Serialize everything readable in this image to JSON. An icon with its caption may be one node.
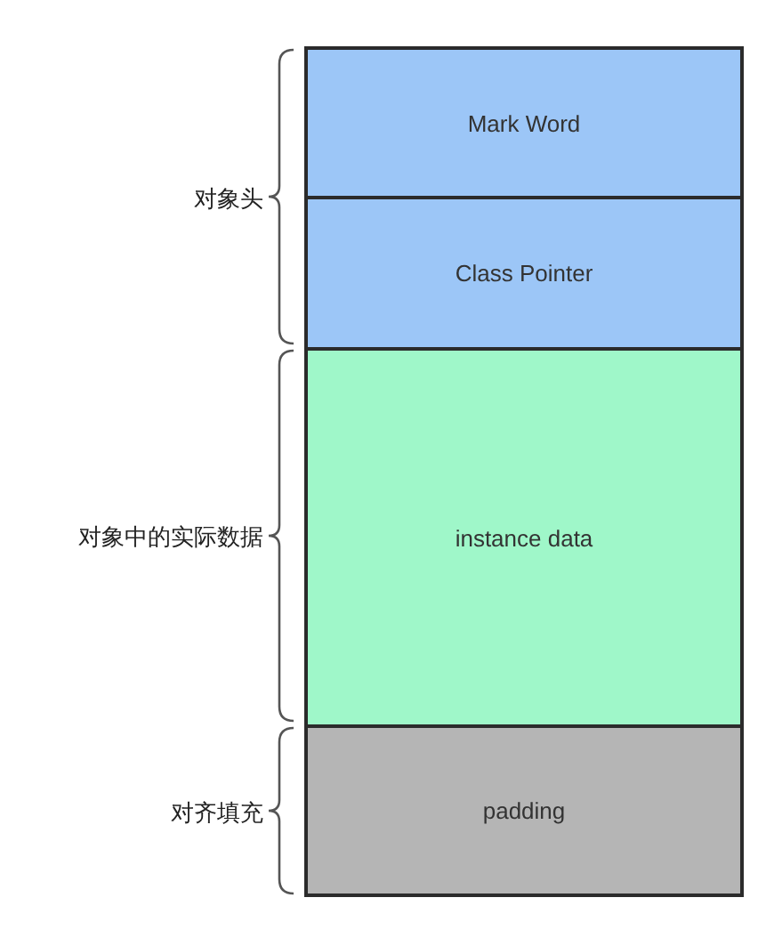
{
  "diagram": {
    "nodes": [
      {
        "text": [
          "Mark Word"
        ]
      },
      {
        "text": [
          "Class Pointer"
        ]
      },
      {
        "text": [
          "instance data"
        ]
      },
      {
        "text": [
          "padding"
        ]
      }
    ],
    "labels": [
      "对象头",
      "对象中的实际数据",
      "对齐填充"
    ]
  }
}
